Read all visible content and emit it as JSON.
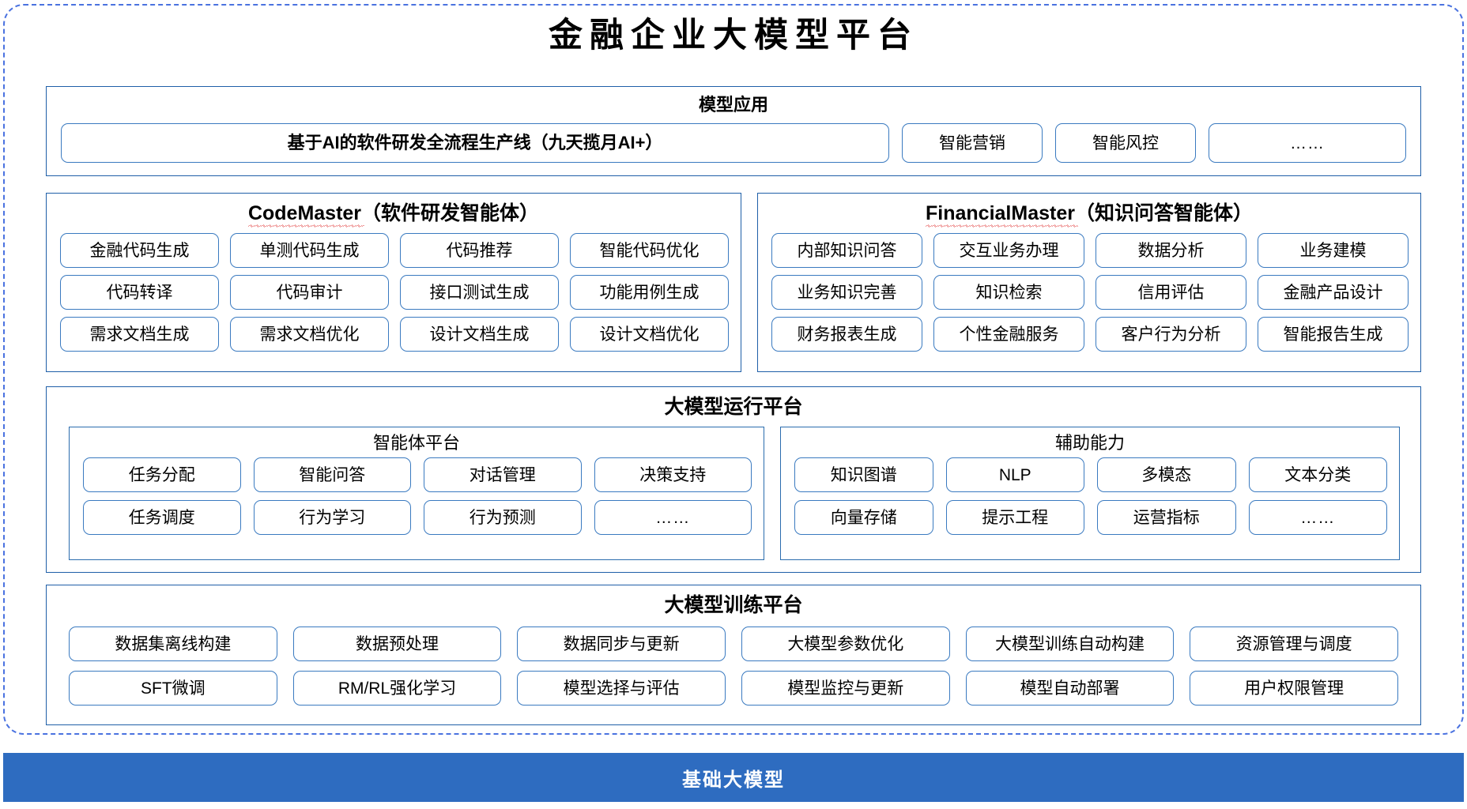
{
  "page": {
    "title": "金融企业大模型平台"
  },
  "colors": {
    "frame_dashed": "#4a72e0",
    "panel_border": "#1f5fa8",
    "pill_border": "#3a7ac0",
    "base_band": "#2e6cc0",
    "squiggle": "#e03030",
    "text": "#000000",
    "base_band_text": "#ffffff"
  },
  "sections": {
    "model_application": {
      "title": "模型应用",
      "primary_pill": "基于AI的软件研发全流程生产线（九天揽月AI+）",
      "pills": [
        "智能营销",
        "智能风控",
        "……"
      ]
    },
    "code_master": {
      "name": "CodeMaster",
      "suffix": "（软件研发智能体）",
      "pills": [
        "金融代码生成",
        "单测代码生成",
        "代码推荐",
        "智能代码优化",
        "代码转译",
        "代码审计",
        "接口测试生成",
        "功能用例生成",
        "需求文档生成",
        "需求文档优化",
        "设计文档生成",
        "设计文档优化"
      ]
    },
    "financial_master": {
      "name": "FinancialMaster",
      "suffix": "（知识问答智能体）",
      "pills": [
        "内部知识问答",
        "交互业务办理",
        "数据分析",
        "业务建模",
        "业务知识完善",
        "知识检索",
        "信用评估",
        "金融产品设计",
        "财务报表生成",
        "个性金融服务",
        "客户行为分析",
        "智能报告生成"
      ]
    },
    "runtime_platform": {
      "title": "大模型运行平台",
      "agent_platform": {
        "title": "智能体平台",
        "pills": [
          "任务分配",
          "智能问答",
          "对话管理",
          "决策支持",
          "任务调度",
          "行为学习",
          "行为预测",
          "……"
        ]
      },
      "auxiliary_capability": {
        "title": "辅助能力",
        "pills": [
          "知识图谱",
          "NLP",
          "多模态",
          "文本分类",
          "向量存储",
          "提示工程",
          "运营指标",
          "……"
        ]
      }
    },
    "training_platform": {
      "title": "大模型训练平台",
      "pills": [
        "数据集离线构建",
        "数据预处理",
        "数据同步与更新",
        "大模型参数优化",
        "大模型训练自动构建",
        "资源管理与调度",
        "SFT微调",
        "RM/RL强化学习",
        "模型选择与评估",
        "模型监控与更新",
        "模型自动部署",
        "用户权限管理"
      ]
    },
    "base_model": {
      "label": "基础大模型"
    }
  }
}
